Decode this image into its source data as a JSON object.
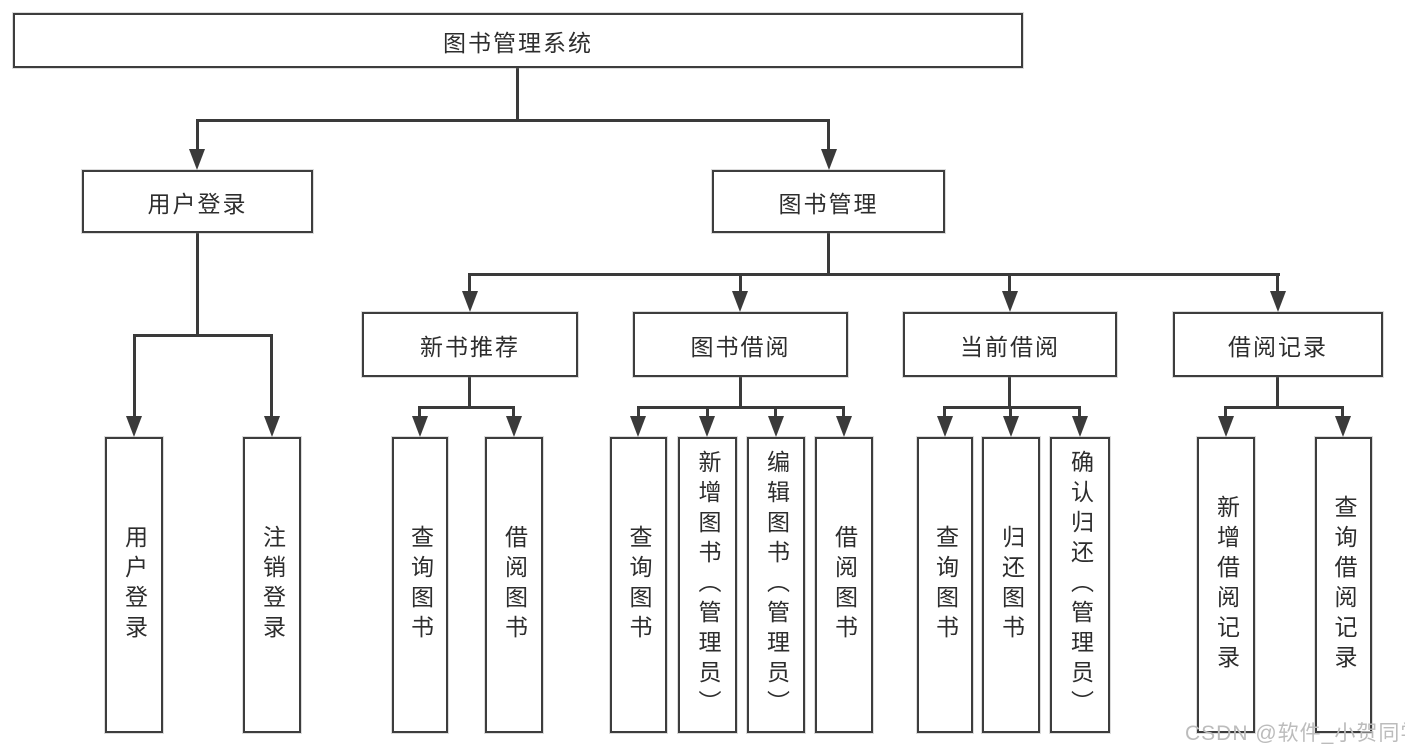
{
  "diagram": {
    "title": "图书管理系统",
    "level2": [
      {
        "label": "用户登录",
        "children": [
          "用户登录",
          "注销登录"
        ]
      },
      {
        "label": "图书管理",
        "children": [
          {
            "label": "新书推荐",
            "children": [
              "查询图书",
              "借阅图书"
            ]
          },
          {
            "label": "图书借阅",
            "children": [
              "查询图书",
              "新增图书（管理员）",
              "编辑图书（管理员）",
              "借阅图书"
            ]
          },
          {
            "label": "当前借阅",
            "children": [
              "查询图书",
              "归还图书",
              "确认归还（管理员）"
            ]
          },
          {
            "label": "借阅记录",
            "children": [
              "新增借阅记录",
              "查询借阅记录"
            ]
          }
        ]
      }
    ]
  },
  "watermark": {
    "text": "CSDN @软件_小贺同学"
  },
  "colors": {
    "background": "#ffffff",
    "line": "#3a3a3a",
    "box_border": "#3d3d3d",
    "text": "#2d2d2d",
    "watermark": "#bcbcbc"
  }
}
